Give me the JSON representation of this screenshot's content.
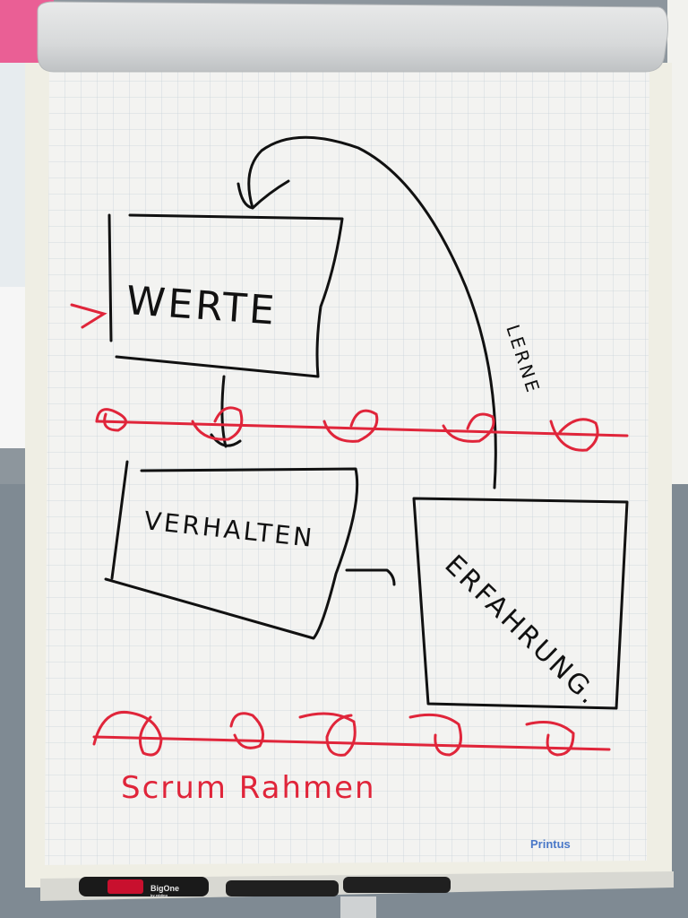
{
  "flipchart": {
    "boxes": {
      "werte": "WERTE",
      "verhalten": "VERHALTEN",
      "erfahrung": "ERFAHRUNG."
    },
    "arrow_label": "LERNE",
    "caption": "Scrum Rahmen",
    "brand": "Printus"
  },
  "markers": [
    {
      "label": "BigOne",
      "sublabel": "by edding"
    }
  ],
  "colors": {
    "ink_black": "#111111",
    "ink_red": "#e0253a",
    "paper": "#f3f3f1",
    "grid": "#c9d3da",
    "brand_blue": "#4a78c8"
  }
}
